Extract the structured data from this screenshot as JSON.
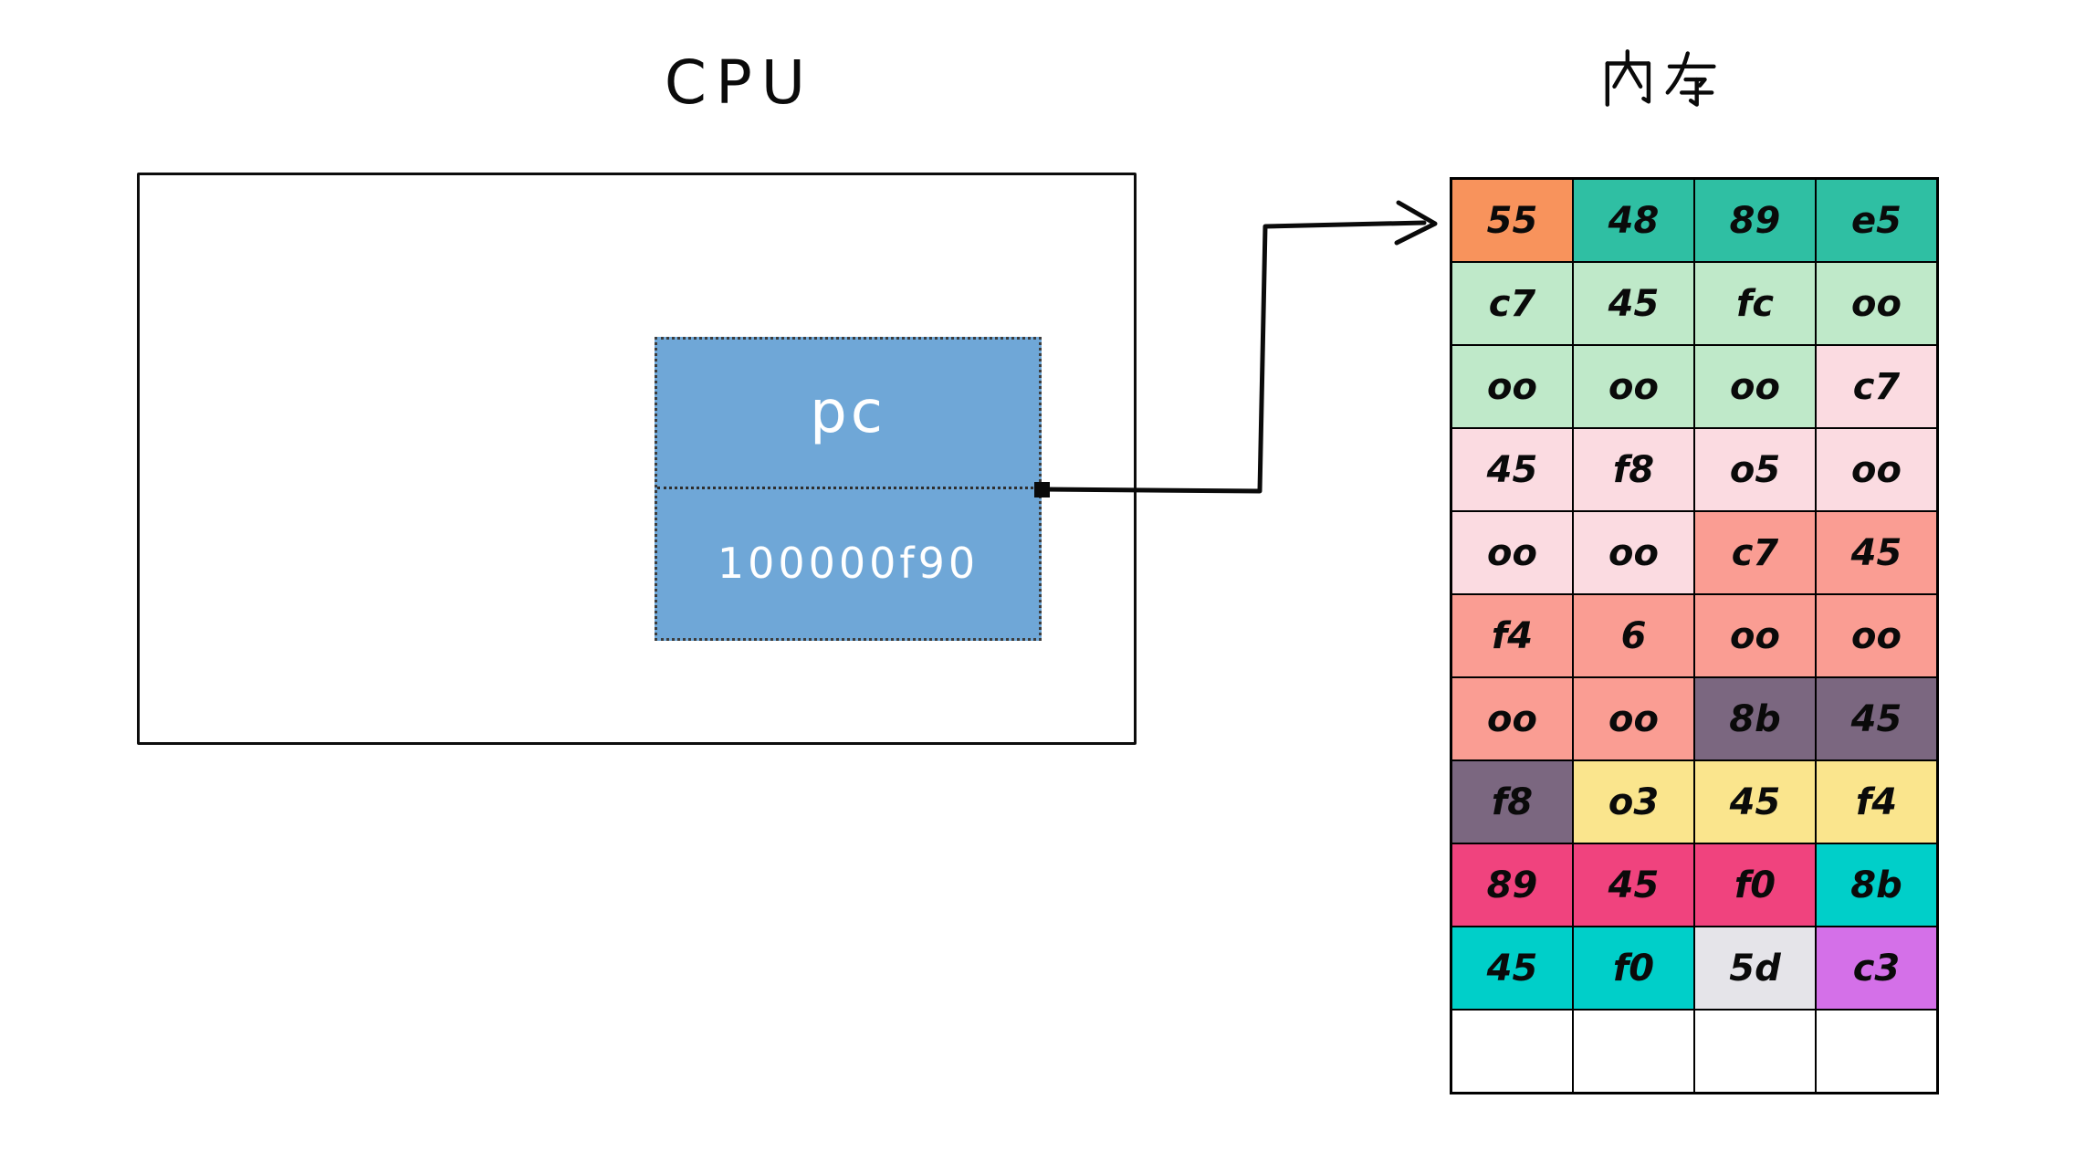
{
  "cpu": {
    "title": "CPU",
    "pc": {
      "label": "pc",
      "value": "100000f90",
      "bg": "#6fa7d7"
    }
  },
  "memory": {
    "title": "内存",
    "columns": 4,
    "rows": [
      [
        {
          "v": "55",
          "bg": "#f8935c"
        },
        {
          "v": "48",
          "bg": "#2fbfa3"
        },
        {
          "v": "89",
          "bg": "#2fbfa3"
        },
        {
          "v": "e5",
          "bg": "#2fbfa3"
        }
      ],
      [
        {
          "v": "c7",
          "bg": "#bfe9c9"
        },
        {
          "v": "45",
          "bg": "#bfe9c9"
        },
        {
          "v": "fc",
          "bg": "#bfe9c9"
        },
        {
          "v": "oo",
          "bg": "#bfe9c9"
        }
      ],
      [
        {
          "v": "oo",
          "bg": "#bfe9c9"
        },
        {
          "v": "oo",
          "bg": "#bfe9c9"
        },
        {
          "v": "oo",
          "bg": "#bfe9c9"
        },
        {
          "v": "c7",
          "bg": "#fbdbe1"
        }
      ],
      [
        {
          "v": "45",
          "bg": "#fbdbe1"
        },
        {
          "v": "f8",
          "bg": "#fbdbe1"
        },
        {
          "v": "o5",
          "bg": "#fbdbe1"
        },
        {
          "v": "oo",
          "bg": "#fbdbe1"
        }
      ],
      [
        {
          "v": "oo",
          "bg": "#fbdbe1"
        },
        {
          "v": "oo",
          "bg": "#fbdbe1"
        },
        {
          "v": "c7",
          "bg": "#fa9d93"
        },
        {
          "v": "45",
          "bg": "#fa9d93"
        }
      ],
      [
        {
          "v": "f4",
          "bg": "#fa9d93"
        },
        {
          "v": "6",
          "bg": "#fa9d93"
        },
        {
          "v": "oo",
          "bg": "#fa9d93"
        },
        {
          "v": "oo",
          "bg": "#fa9d93"
        }
      ],
      [
        {
          "v": "oo",
          "bg": "#fa9d93"
        },
        {
          "v": "oo",
          "bg": "#fa9d93"
        },
        {
          "v": "8b",
          "bg": "#7b6780"
        },
        {
          "v": "45",
          "bg": "#7b6780"
        }
      ],
      [
        {
          "v": "f8",
          "bg": "#7b6780"
        },
        {
          "v": "o3",
          "bg": "#fae58d"
        },
        {
          "v": "45",
          "bg": "#fae58d"
        },
        {
          "v": "f4",
          "bg": "#fae58d"
        }
      ],
      [
        {
          "v": "89",
          "bg": "#f0437e"
        },
        {
          "v": "45",
          "bg": "#f0437e"
        },
        {
          "v": "f0",
          "bg": "#f0437e"
        },
        {
          "v": "8b",
          "bg": "#00cfc9"
        }
      ],
      [
        {
          "v": "45",
          "bg": "#00cfc9"
        },
        {
          "v": "f0",
          "bg": "#00cfc9"
        },
        {
          "v": "5d",
          "bg": "#e5e4e9"
        },
        {
          "v": "c3",
          "bg": "#d470e8"
        }
      ],
      [
        {
          "v": "",
          "bg": "#ffffff"
        },
        {
          "v": "",
          "bg": "#ffffff"
        },
        {
          "v": "",
          "bg": "#ffffff"
        },
        {
          "v": "",
          "bg": "#ffffff"
        }
      ]
    ]
  }
}
